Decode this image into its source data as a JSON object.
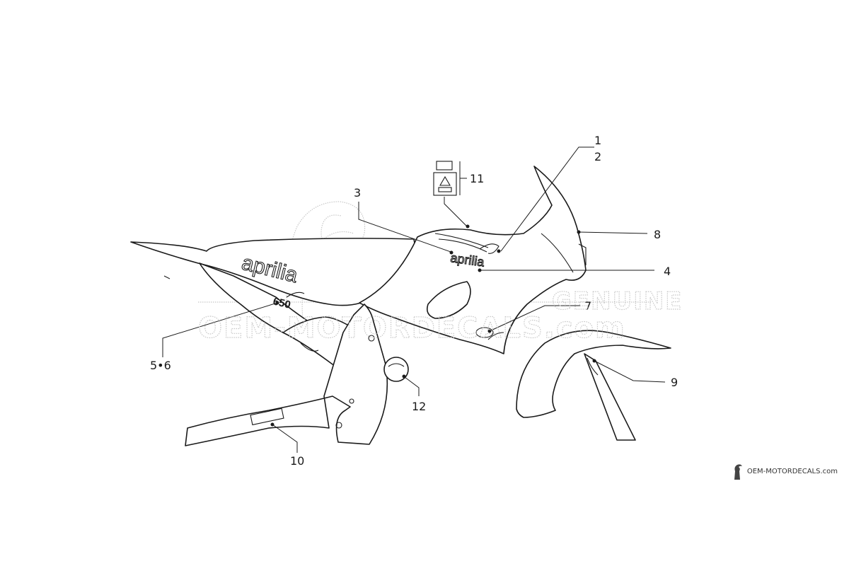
{
  "callouts": {
    "c1": "1",
    "c2": "2",
    "c3": "3",
    "c4": "4",
    "c56": "5•6",
    "c7": "7",
    "c8": "8",
    "c9": "9",
    "c10": "10",
    "c11": "11",
    "c12": "12"
  },
  "decals": {
    "brand": "aprilia",
    "model": "650"
  },
  "watermark": {
    "line1": "GENUINE",
    "line2": "OEM-MOTORDECALS.com"
  },
  "footer": {
    "site": "OEM-MOTORDECALS.com"
  },
  "colors": {
    "line": "#1a1a1a",
    "watermark": "#c8c8c8",
    "background": "#ffffff"
  }
}
